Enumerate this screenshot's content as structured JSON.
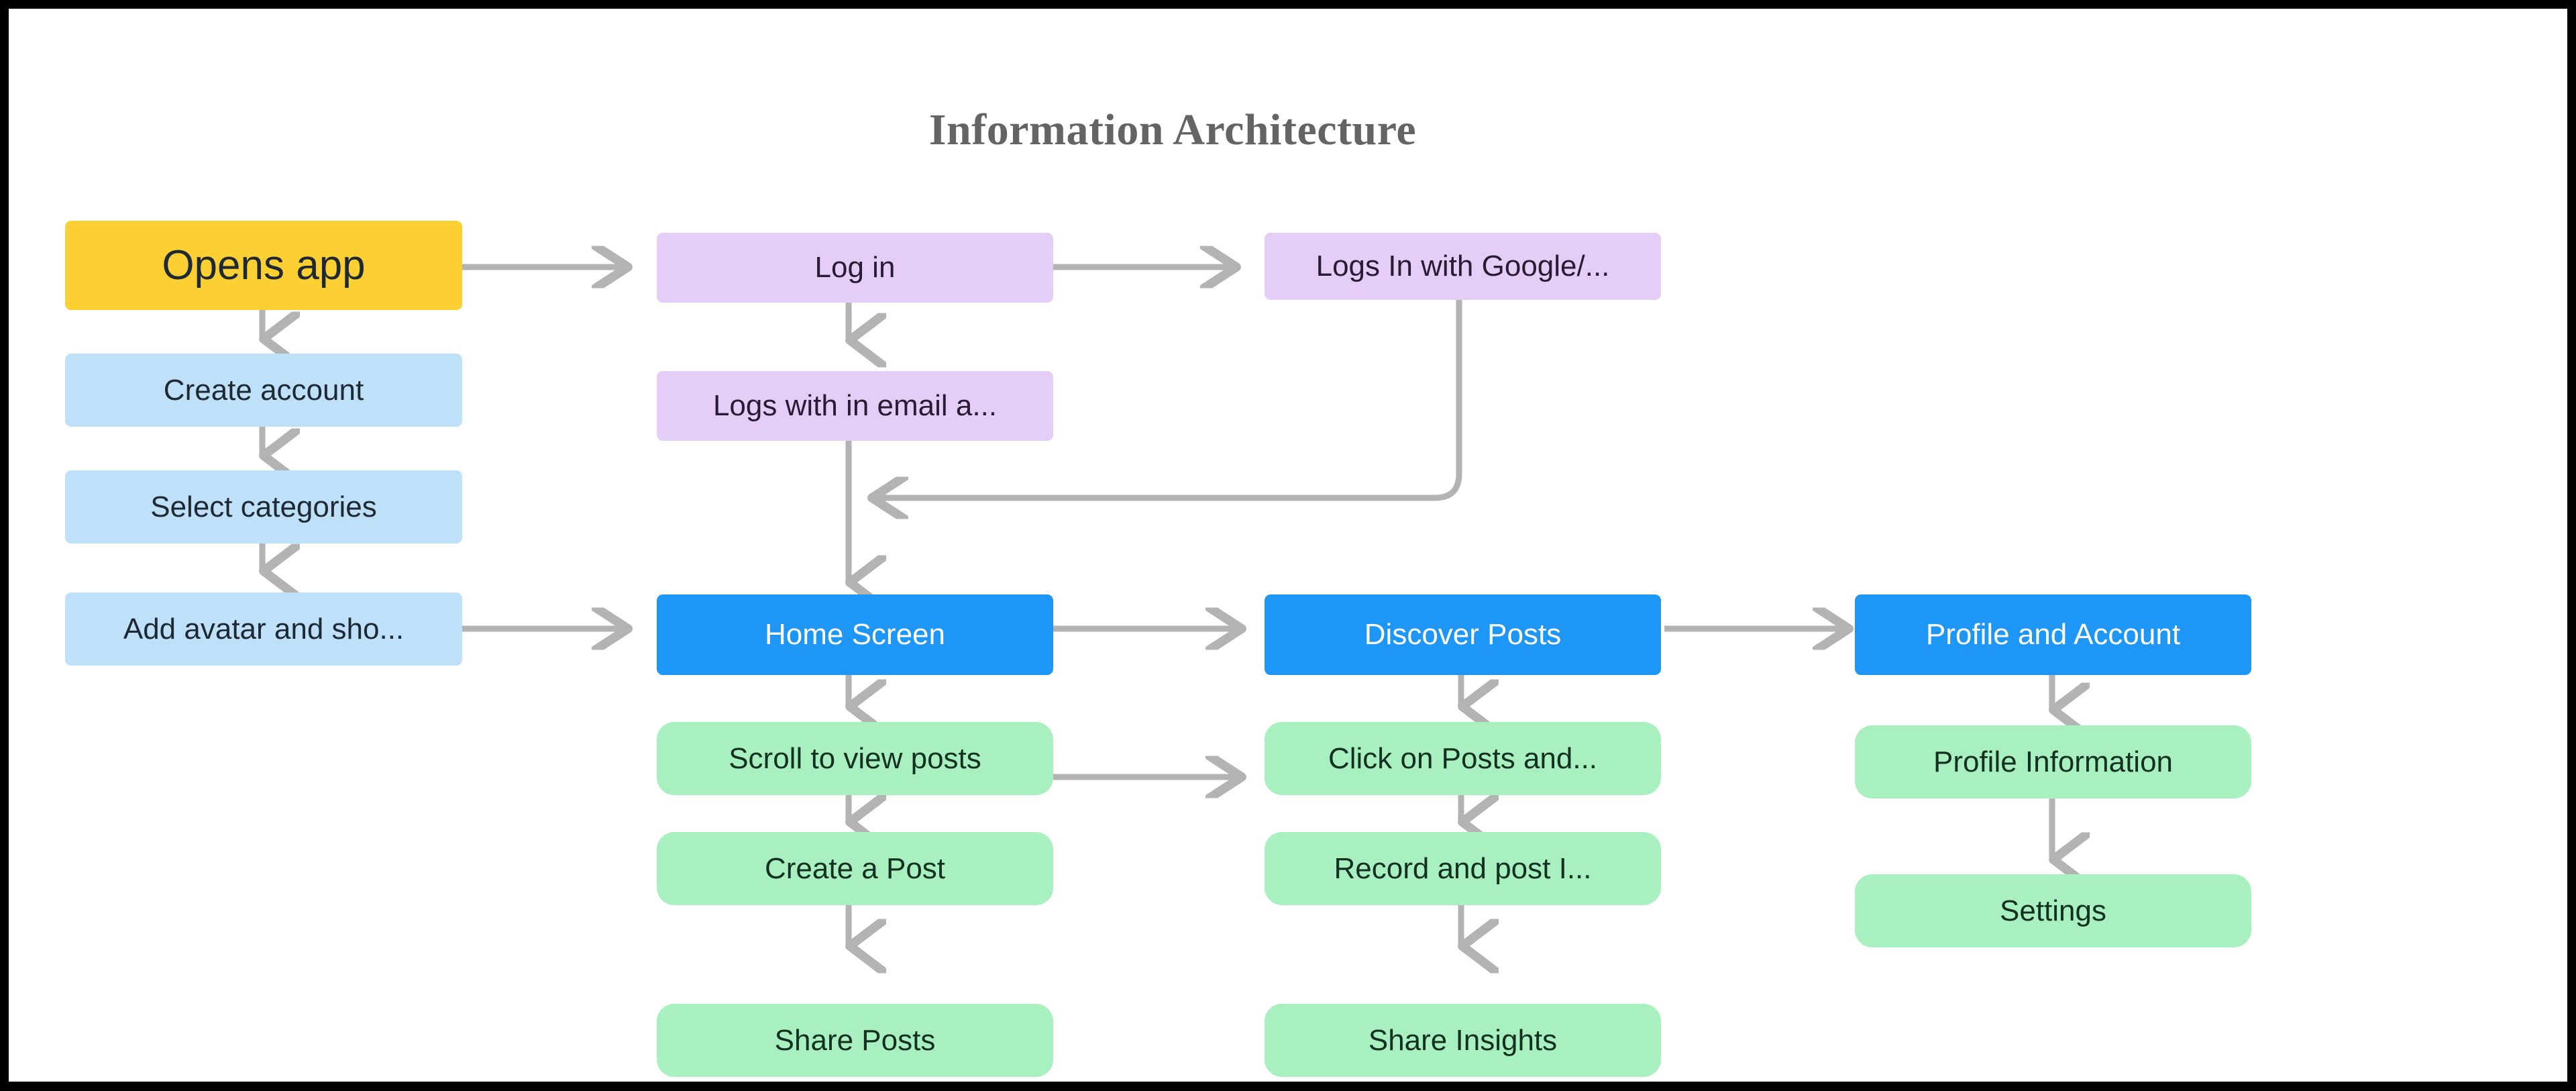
{
  "diagram": {
    "title": "Information Architecture",
    "type": "flowchart",
    "title_color": "#646464",
    "background_color": "#ffffff",
    "frame_color": "#000000",
    "connector_color": "#B3B3B3",
    "palette": {
      "start": "#FCD033",
      "onboarding": "#BFE0F9",
      "auth": "#E4CEF8",
      "screen": "#1E96F5",
      "action": "#A8F0C0"
    },
    "nodes": [
      {
        "id": "opens-app",
        "label": "Opens app",
        "group": "start"
      },
      {
        "id": "create-account",
        "label": "Create account",
        "group": "onboarding"
      },
      {
        "id": "select-categories",
        "label": "Select categories",
        "group": "onboarding"
      },
      {
        "id": "add-avatar",
        "label": "Add avatar and sho...",
        "group": "onboarding"
      },
      {
        "id": "log-in",
        "label": "Log in",
        "group": "auth"
      },
      {
        "id": "logs-email",
        "label": "Logs with in email a...",
        "group": "auth"
      },
      {
        "id": "logs-google",
        "label": "Logs In with Google/...",
        "group": "auth"
      },
      {
        "id": "home-screen",
        "label": "Home Screen",
        "group": "screen"
      },
      {
        "id": "discover-posts",
        "label": "Discover Posts",
        "group": "screen"
      },
      {
        "id": "profile-account",
        "label": "Profile and Account",
        "group": "screen"
      },
      {
        "id": "scroll-posts",
        "label": "Scroll to view posts",
        "group": "action"
      },
      {
        "id": "create-post",
        "label": "Create a Post",
        "group": "action"
      },
      {
        "id": "share-posts",
        "label": "Share Posts",
        "group": "action"
      },
      {
        "id": "click-posts",
        "label": "Click on Posts and...",
        "group": "action"
      },
      {
        "id": "record-post",
        "label": "Record and post I...",
        "group": "action"
      },
      {
        "id": "share-insights",
        "label": "Share Insights",
        "group": "action"
      },
      {
        "id": "profile-info",
        "label": "Profile Information",
        "group": "action"
      },
      {
        "id": "settings",
        "label": "Settings",
        "group": "action"
      }
    ],
    "edges": [
      {
        "from": "opens-app",
        "to": "create-account",
        "direction": "down"
      },
      {
        "from": "create-account",
        "to": "select-categories",
        "direction": "down"
      },
      {
        "from": "select-categories",
        "to": "add-avatar",
        "direction": "down"
      },
      {
        "from": "opens-app",
        "to": "log-in",
        "direction": "right"
      },
      {
        "from": "log-in",
        "to": "logs-email",
        "direction": "down"
      },
      {
        "from": "log-in",
        "to": "logs-google",
        "direction": "right"
      },
      {
        "from": "logs-email",
        "to": "home-screen",
        "direction": "down"
      },
      {
        "from": "logs-google",
        "to": "home-screen",
        "direction": "elbow-left"
      },
      {
        "from": "add-avatar",
        "to": "home-screen",
        "direction": "right"
      },
      {
        "from": "home-screen",
        "to": "discover-posts",
        "direction": "right"
      },
      {
        "from": "discover-posts",
        "to": "profile-account",
        "direction": "right"
      },
      {
        "from": "home-screen",
        "to": "scroll-posts",
        "direction": "down"
      },
      {
        "from": "scroll-posts",
        "to": "create-post",
        "direction": "down"
      },
      {
        "from": "create-post",
        "to": "share-posts",
        "direction": "down"
      },
      {
        "from": "scroll-posts",
        "to": "click-posts",
        "direction": "right"
      },
      {
        "from": "discover-posts",
        "to": "click-posts",
        "direction": "down"
      },
      {
        "from": "click-posts",
        "to": "record-post",
        "direction": "down"
      },
      {
        "from": "record-post",
        "to": "share-insights",
        "direction": "down"
      },
      {
        "from": "profile-account",
        "to": "profile-info",
        "direction": "down"
      },
      {
        "from": "profile-info",
        "to": "settings",
        "direction": "down"
      }
    ]
  }
}
